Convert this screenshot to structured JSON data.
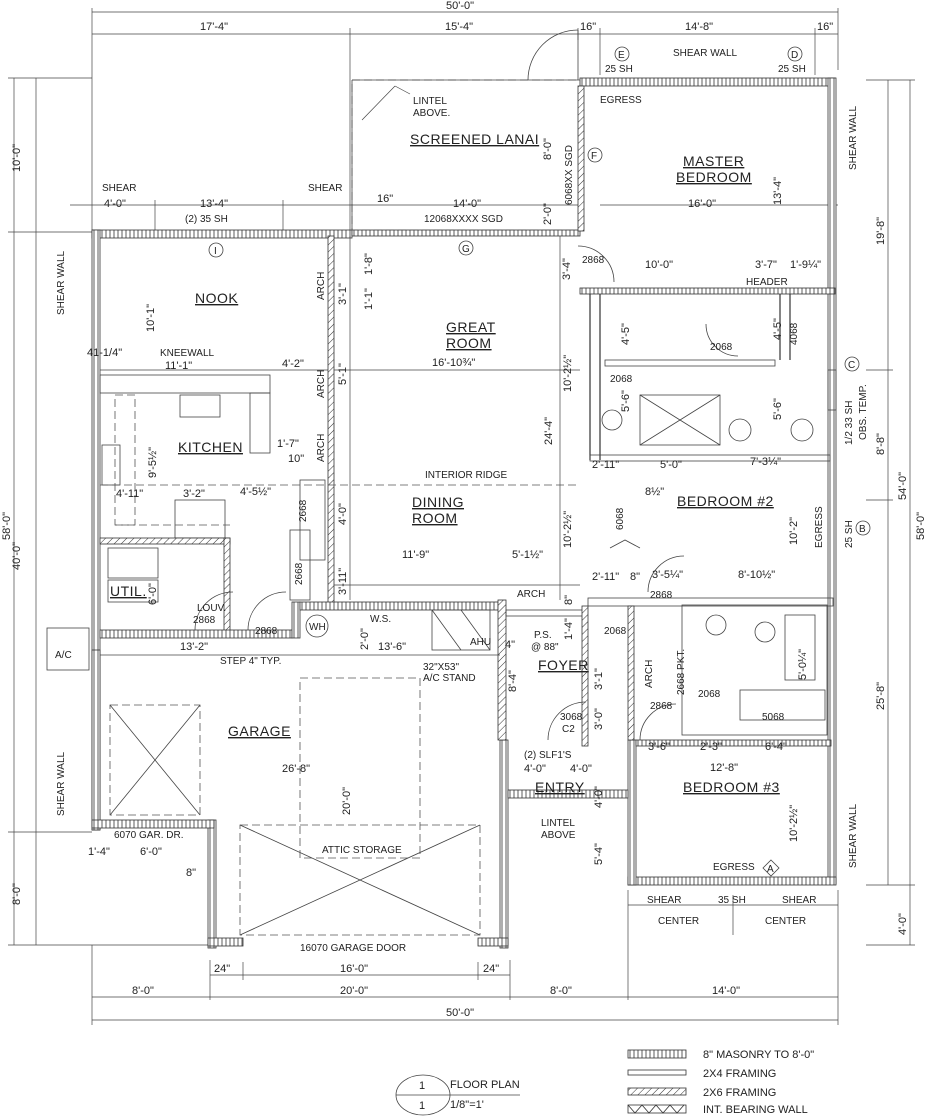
{
  "rooms": {
    "screened_lanai": "SCREENED LANAI",
    "master_bedroom_1": "MASTER",
    "master_bedroom_2": "BEDROOM",
    "nook": "NOOK",
    "great_room_1": "GREAT",
    "great_room_2": "ROOM",
    "kitchen": "KITCHEN",
    "dining_room_1": "DINING",
    "dining_room_2": "ROOM",
    "bedroom_2": "BEDROOM #2",
    "util": "UTIL.",
    "foyer": "FOYER",
    "garage": "GARAGE",
    "entry": "ENTRY",
    "bedroom_3": "BEDROOM #3"
  },
  "dimensions": {
    "overall_top": "50'-0\"",
    "top_17_4": "17'-4\"",
    "top_15_4": "15'-4\"",
    "top_16in_a": "16\"",
    "top_14_8": "14'-8\"",
    "top_16in_b": "16\"",
    "shear_4_0": "4'-0\"",
    "nook_13_4": "13'-4\"",
    "lanai_16in": "16\"",
    "lanai_14_0": "14'-0\"",
    "lanai_8_0": "8'-0\"",
    "lanai_2_0": "2'-0\"",
    "master_16_0": "16'-0\"",
    "master_13_4": "13'-4\"",
    "left_10_0": "10'-0\"",
    "left_40_0": "40'-0\"",
    "left_58_0": "58'-0\"",
    "left_8_0": "8'-0\"",
    "right_19_8": "19'-8\"",
    "right_8_8": "8'-8\"",
    "right_54_0": "54'-0\"",
    "right_58_0": "58'-0\"",
    "right_25_8": "25'-8\"",
    "right_4_0": "4'-0\"",
    "nook_10_1": "10'-1\"",
    "knee_11_1": "11'-1\"",
    "kneewall_41": "41-1/4\"",
    "kit_4_2": "4'-2\"",
    "great_16_10": "16'-10¾\"",
    "great_24_4": "24'-4\"",
    "great_10_2": "10'-2½\"",
    "dining_10_2": "10'-2½\"",
    "dining_11_9": "11'-9\"",
    "dining_5_1": "5'-1½\"",
    "kit_1_7": "1'-7\"",
    "kit_10in": "10\"",
    "kit_9_5": "9'-5½\"",
    "kit_4_11": "4'-11\"",
    "kit_3_2": "3'-2\"",
    "kit_4_5": "4'-5½\"",
    "arch_1_8": "1'-8\"",
    "arch_1_1": "1'-1\"",
    "arch_3_1": "3'-1\"",
    "arch_5_1": "5'-1\"",
    "arch_4_0": "4'-0\"",
    "arch_3_11": "3'-11\"",
    "mbath_3_4": "3'-4\"",
    "mbath_10_0": "10'-0\"",
    "mbath_3_7": "3'-7\"",
    "mbath_1_9": "1'-9¼\"",
    "mbath_4_5a": "4'-5\"",
    "mbath_4_5b": "4'-5\"",
    "mbath_5_6a": "5'-6\"",
    "mbath_5_6b": "5'-6\"",
    "mbath_2_11": "2'-11\"",
    "mbath_5_0": "5'-0\"",
    "mbath_7_3": "7'-3¼\"",
    "bed2_8": "8½\"",
    "bed2_10_2": "10'-2\"",
    "bed2_8_10": "8'-10½\"",
    "bed2_2_11": "2'-11\"",
    "bed2_8in": "8\"",
    "bed2_3_5": "3'-5¼\"",
    "util_6_0": "6'-0\"",
    "util_13_2": "13'-2\"",
    "ws_13_6": "13'-6\"",
    "ws_2_0": "2'-0\"",
    "foyer_8_4": "8'-4\"",
    "foyer_4in": "4\"",
    "foyer_3_1": "3'-1\"",
    "foyer_3_0": "3'-0\"",
    "foyer_1_4": "1'-4\"",
    "foyer_8": "8\"",
    "bath3_3_6": "3'-6\"",
    "bath3_2_3": "2'-3\"",
    "bath3_6_4": "6'-4\"",
    "bath3_5_0": "5'-0¼\"",
    "garage_26_8": "26'-8\"",
    "garage_20_0": "20'-0\"",
    "entry_4_0a": "4'-0\"",
    "entry_4_0b": "4'-0\"",
    "entry_4_0v": "4'-0\"",
    "entry_5_4": "5'-4\"",
    "bed3_12_8": "12'-8\"",
    "bed3_10_2": "10'-2½\"",
    "gar_1_4": "1'-4\"",
    "gar_6_0": "6'-0\"",
    "gar_8in": "8\"",
    "gar_24a": "24\"",
    "gar_24b": "24\"",
    "gar_16_0": "16'-0\"",
    "bot_8_0a": "8'-0\"",
    "bot_20_0": "20'-0\"",
    "bot_8_0b": "8'-0\"",
    "bot_14_0": "14'-0\"",
    "overall_bottom": "50'-0\""
  },
  "notes": {
    "shear_wall_top": "SHEAR WALL",
    "sh25_e": "25 SH",
    "sh25_d": "25 SH",
    "egress_master": "EGRESS",
    "lintel_above_1": "LINTEL",
    "lintel_above_2": "ABOVE.",
    "sgd_6068": "6068XX SGD",
    "shear_left_a": "SHEAR",
    "shear_left_b": "SHEAR",
    "sh35_2": "(2) 35 SH",
    "sgd_12068": "12068XXXX SGD",
    "shear_wall_master": "SHEAR WALL",
    "door_2868_a": "2868",
    "header": "HEADER",
    "shear_wall_nook": "SHEAR WALL",
    "kneewall": "KNEEWALL",
    "arch_1": "ARCH",
    "arch_2": "ARCH",
    "arch_3": "ARCH",
    "door_2068_a": "2068",
    "door_4068": "4068",
    "door_2068_b": "2068",
    "sh33": "1/2 33 SH",
    "obs_temp": "OBS. TEMP.",
    "interior_ridge": "INTERIOR RIDGE",
    "door_2668_a": "2668",
    "door_2668_b": "2668",
    "door_6068": "6068",
    "egress_bed2": "EGRESS",
    "sh25_b": "25 SH",
    "louv_1": "LOUV.",
    "louv_2": "2868",
    "door_2868_b": "2868",
    "wh": "WH",
    "ws": "W.S.",
    "ahu": "AHU",
    "arch_foyer": "ARCH",
    "door_2868_c": "2868",
    "ps_1": "P.S.",
    "ps_2": "@ 88\"",
    "door_2068_c": "2068",
    "door_2668_pkt": "2668 PKT.",
    "arch_4": "ARCH",
    "door_2068_d": "2068",
    "step": "STEP 4\" TYP.",
    "ac_stand_1": "32\"X53\"",
    "ac_stand_2": "A/C STAND",
    "ac": "A/C",
    "door_3068_1": "3068",
    "door_3068_2": "C2",
    "door_2868_d": "2868",
    "win_5068": "5068",
    "slf": "(2) SLF1'S",
    "lintel_2_1": "LINTEL",
    "lintel_2_2": "ABOVE",
    "shear_wall_garage": "SHEAR WALL",
    "gar_door_6070": "6070 GAR. DR.",
    "attic_storage": "ATTIC STORAGE",
    "egress_bed3": "EGRESS",
    "shear_wall_bed3": "SHEAR WALL",
    "shear_b1": "SHEAR",
    "sh35_b": "35 SH",
    "shear_b2": "SHEAR",
    "center_1": "CENTER",
    "center_2": "CENTER",
    "garage_door_16070": "16070 GARAGE DOOR"
  },
  "grid_tags": {
    "E": "E",
    "D": "D",
    "F": "F",
    "I": "I",
    "G": "G",
    "C": "C",
    "B": "B",
    "A": "A"
  },
  "title_block": {
    "num_top": "1",
    "num_bottom": "1",
    "title": "FLOOR PLAN",
    "scale": "1/8\"=1'"
  },
  "legend": [
    {
      "label": "8\" MASONRY TO 8'-0\""
    },
    {
      "label": "2X4 FRAMING"
    },
    {
      "label": "2X6 FRAMING"
    },
    {
      "label": "INT. BEARING WALL"
    }
  ]
}
